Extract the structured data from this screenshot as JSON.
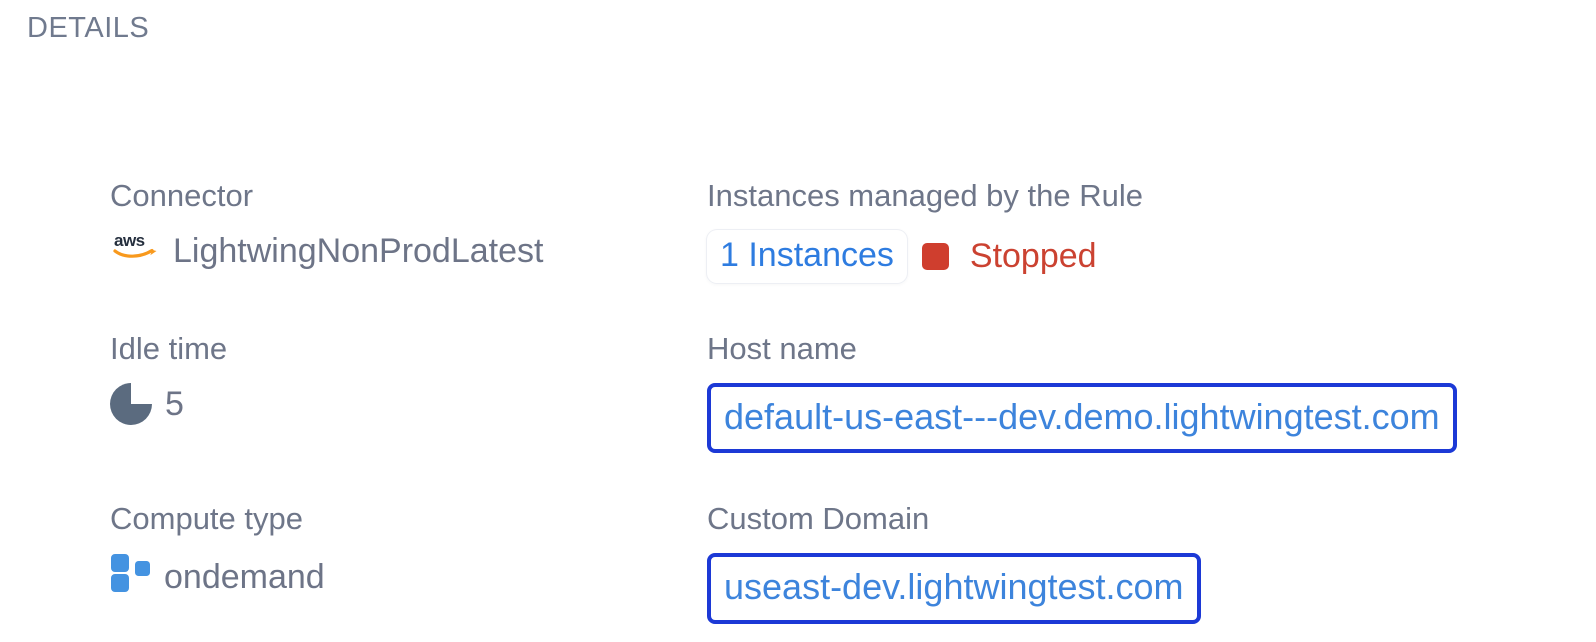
{
  "section": {
    "title": "DETAILS"
  },
  "colors": {
    "label_gray": "#6e7689",
    "value_gray": "#6d7487",
    "link_blue": "#2e7ce0",
    "domain_text_blue": "#3d84dc",
    "domain_border_blue": "#1c39d6",
    "status_red": "#cf3e2e",
    "pie_icon_slate": "#5b6b7f",
    "blocks_icon_blue": "#4493e1",
    "aws_navy": "#252f3e",
    "aws_orange": "#f8991d"
  },
  "fields": {
    "connector": {
      "label": "Connector",
      "icon": "aws-icon",
      "value": "LightwingNonProdLatest"
    },
    "instances": {
      "label": "Instances managed by the Rule",
      "count_label": "1 Instances",
      "status_icon": "stopped-square-icon",
      "status": "Stopped"
    },
    "idle_time": {
      "label": "Idle time",
      "icon": "idle-timer-icon",
      "value": "5"
    },
    "host_name": {
      "label": "Host name",
      "value": "default-us-east---dev.demo.lightwingtest.com"
    },
    "compute_type": {
      "label": "Compute type",
      "icon": "compute-blocks-icon",
      "value": "ondemand"
    },
    "custom_domain": {
      "label": "Custom Domain",
      "value": "useast-dev.lightwingtest.com"
    }
  }
}
